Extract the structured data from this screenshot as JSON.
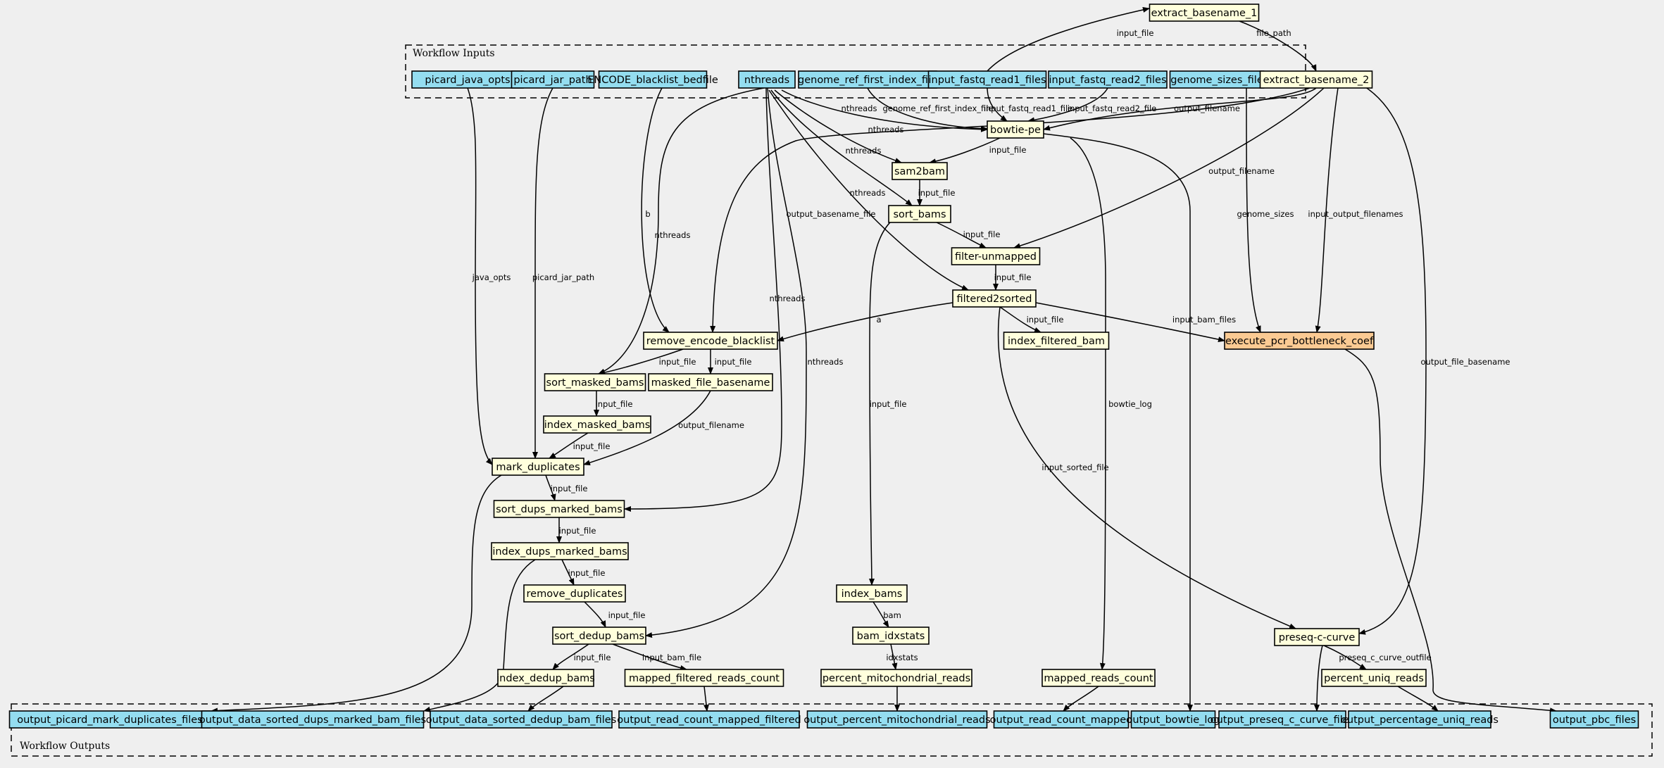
{
  "colors": {
    "background": "#efefef",
    "io_fill": "#94ddf0",
    "step_fill": "#ffffdc",
    "highlight_fill": "#fbca93",
    "stroke": "#000000"
  },
  "clusters": [
    {
      "id": "inputs",
      "label": "Workflow Inputs"
    },
    {
      "id": "outputs",
      "label": "Workflow Outputs"
    }
  ],
  "nodes": [
    {
      "id": "picard_java_opts",
      "label": "picard_java_opts",
      "kind": "input"
    },
    {
      "id": "picard_jar_path",
      "label": "picard_jar_path",
      "kind": "input"
    },
    {
      "id": "encode_blacklist",
      "label": "ENCODE_blacklist_bedfile",
      "kind": "input"
    },
    {
      "id": "nthreads",
      "label": "nthreads",
      "kind": "input"
    },
    {
      "id": "genome_ref",
      "label": "genome_ref_first_index_file",
      "kind": "input"
    },
    {
      "id": "fastq1",
      "label": "input_fastq_read1_files",
      "kind": "input"
    },
    {
      "id": "fastq2",
      "label": "input_fastq_read2_files",
      "kind": "input"
    },
    {
      "id": "genome_sizes",
      "label": "genome_sizes_file",
      "kind": "input"
    },
    {
      "id": "extract1",
      "label": "extract_basename_1",
      "kind": "step"
    },
    {
      "id": "extract2",
      "label": "extract_basename_2",
      "kind": "step"
    },
    {
      "id": "bowtie",
      "label": "bowtie-pe",
      "kind": "step"
    },
    {
      "id": "sam2bam",
      "label": "sam2bam",
      "kind": "step"
    },
    {
      "id": "sort_bams",
      "label": "sort_bams",
      "kind": "step"
    },
    {
      "id": "filter_unmapped",
      "label": "filter-unmapped",
      "kind": "step"
    },
    {
      "id": "filtered2sorted",
      "label": "filtered2sorted",
      "kind": "step"
    },
    {
      "id": "index_filtered_bam",
      "label": "index_filtered_bam",
      "kind": "step"
    },
    {
      "id": "execute_pcr",
      "label": "execute_pcr_bottleneck_coef",
      "kind": "highlight"
    },
    {
      "id": "remove_encode",
      "label": "remove_encode_blacklist",
      "kind": "step"
    },
    {
      "id": "sort_masked",
      "label": "sort_masked_bams",
      "kind": "step"
    },
    {
      "id": "masked_file_basename",
      "label": "masked_file_basename",
      "kind": "step"
    },
    {
      "id": "index_masked",
      "label": "index_masked_bams",
      "kind": "step"
    },
    {
      "id": "mark_dups",
      "label": "mark_duplicates",
      "kind": "step"
    },
    {
      "id": "sort_dups",
      "label": "sort_dups_marked_bams",
      "kind": "step"
    },
    {
      "id": "index_dups",
      "label": "index_dups_marked_bams",
      "kind": "step"
    },
    {
      "id": "remove_dups",
      "label": "remove_duplicates",
      "kind": "step"
    },
    {
      "id": "sort_dedup",
      "label": "sort_dedup_bams",
      "kind": "step"
    },
    {
      "id": "index_dedup",
      "label": "index_dedup_bams",
      "kind": "step"
    },
    {
      "id": "mapped_filtered_count",
      "label": "mapped_filtered_reads_count",
      "kind": "step"
    },
    {
      "id": "index_bams",
      "label": "index_bams",
      "kind": "step"
    },
    {
      "id": "bam_idxstats",
      "label": "bam_idxstats",
      "kind": "step"
    },
    {
      "id": "percent_mito",
      "label": "percent_mitochondrial_reads",
      "kind": "step"
    },
    {
      "id": "mapped_reads_count",
      "label": "mapped_reads_count",
      "kind": "step"
    },
    {
      "id": "preseq",
      "label": "preseq-c-curve",
      "kind": "step"
    },
    {
      "id": "percent_uniq",
      "label": "percent_uniq_reads",
      "kind": "step"
    },
    {
      "id": "out_picard",
      "label": "output_picard_mark_duplicates_files",
      "kind": "output"
    },
    {
      "id": "out_sorted_dups",
      "label": "output_data_sorted_dups_marked_bam_files",
      "kind": "output"
    },
    {
      "id": "out_sorted_dedup",
      "label": "output_data_sorted_dedup_bam_files",
      "kind": "output"
    },
    {
      "id": "out_read_count_filtered",
      "label": "output_read_count_mapped_filtered",
      "kind": "output"
    },
    {
      "id": "out_percent_mito",
      "label": "output_percent_mitochondrial_reads",
      "kind": "output"
    },
    {
      "id": "out_read_count_mapped",
      "label": "output_read_count_mapped",
      "kind": "output"
    },
    {
      "id": "out_bowtie_log",
      "label": "output_bowtie_log",
      "kind": "output"
    },
    {
      "id": "out_preseq",
      "label": "output_preseq_c_curve_files",
      "kind": "output"
    },
    {
      "id": "out_percentage_uniq",
      "label": "output_percentage_uniq_reads",
      "kind": "output"
    },
    {
      "id": "out_pbc",
      "label": "output_pbc_files",
      "kind": "output"
    }
  ],
  "edges": [
    {
      "from": "fastq1",
      "to": "extract1",
      "label": "input_file"
    },
    {
      "from": "extract1",
      "to": "extract2",
      "label": "file_path"
    },
    {
      "from": "nthreads",
      "to": "bowtie",
      "label": "nthreads"
    },
    {
      "from": "genome_ref",
      "to": "bowtie",
      "label": "genome_ref_first_index_file"
    },
    {
      "from": "fastq1",
      "to": "bowtie",
      "label": "input_fastq_read1_file"
    },
    {
      "from": "fastq2",
      "to": "bowtie",
      "label": "input_fastq_read2_file"
    },
    {
      "from": "extract2",
      "to": "bowtie",
      "label": "output_filename"
    },
    {
      "from": "nthreads",
      "to": "sam2bam",
      "label": "nthreads"
    },
    {
      "from": "bowtie",
      "to": "sam2bam",
      "label": "input_file"
    },
    {
      "from": "nthreads",
      "to": "sort_bams",
      "label": "nthreads"
    },
    {
      "from": "sam2bam",
      "to": "sort_bams",
      "label": "input_file"
    },
    {
      "from": "sort_bams",
      "to": "filter_unmapped",
      "label": "input_file"
    },
    {
      "from": "extract2",
      "to": "filter_unmapped",
      "label": "output_filename"
    },
    {
      "from": "nthreads",
      "to": "filtered2sorted",
      "label": "nthreads"
    },
    {
      "from": "filter_unmapped",
      "to": "filtered2sorted",
      "label": "input_file"
    },
    {
      "from": "filtered2sorted",
      "to": "index_filtered_bam",
      "label": "input_file"
    },
    {
      "from": "filtered2sorted",
      "to": "execute_pcr",
      "label": "input_bam_files"
    },
    {
      "from": "genome_sizes",
      "to": "execute_pcr",
      "label": "genome_sizes"
    },
    {
      "from": "extract2",
      "to": "execute_pcr",
      "label": "input_output_filenames"
    },
    {
      "from": "filtered2sorted",
      "to": "remove_encode",
      "label": "a"
    },
    {
      "from": "encode_blacklist",
      "to": "remove_encode",
      "label": "b"
    },
    {
      "from": "extract2",
      "to": "remove_encode",
      "label": "output_basename_file"
    },
    {
      "from": "remove_encode",
      "to": "sort_masked",
      "label": "input_file"
    },
    {
      "from": "nthreads",
      "to": "sort_masked",
      "label": "nthreads"
    },
    {
      "from": "remove_encode",
      "to": "masked_file_basename",
      "label": "input_file"
    },
    {
      "from": "sort_masked",
      "to": "index_masked",
      "label": "input_file"
    },
    {
      "from": "index_masked",
      "to": "mark_dups",
      "label": "input_file"
    },
    {
      "from": "picard_java_opts",
      "to": "mark_dups",
      "label": "java_opts"
    },
    {
      "from": "picard_jar_path",
      "to": "mark_dups",
      "label": "picard_jar_path"
    },
    {
      "from": "masked_file_basename",
      "to": "mark_dups",
      "label": "output_filename"
    },
    {
      "from": "mark_dups",
      "to": "sort_dups",
      "label": "input_file"
    },
    {
      "from": "nthreads",
      "to": "sort_dups",
      "label": "nthreads"
    },
    {
      "from": "sort_dups",
      "to": "index_dups",
      "label": "input_file"
    },
    {
      "from": "index_dups",
      "to": "remove_dups",
      "label": "input_file"
    },
    {
      "from": "remove_dups",
      "to": "sort_dedup",
      "label": "input_file"
    },
    {
      "from": "nthreads",
      "to": "sort_dedup",
      "label": "nthreads"
    },
    {
      "from": "sort_dedup",
      "to": "index_dedup",
      "label": "input_file"
    },
    {
      "from": "sort_dedup",
      "to": "mapped_filtered_count",
      "label": "input_bam_file"
    },
    {
      "from": "sort_bams",
      "to": "index_bams",
      "label": "input_file"
    },
    {
      "from": "index_bams",
      "to": "bam_idxstats",
      "label": "bam"
    },
    {
      "from": "bam_idxstats",
      "to": "percent_mito",
      "label": "idxstats"
    },
    {
      "from": "bowtie",
      "to": "mapped_reads_count",
      "label": "bowtie_log"
    },
    {
      "from": "filtered2sorted",
      "to": "preseq",
      "label": "input_sorted_file"
    },
    {
      "from": "extract2",
      "to": "preseq",
      "label": "output_file_basename"
    },
    {
      "from": "preseq",
      "to": "percent_uniq",
      "label": "preseq_c_curve_outfile"
    },
    {
      "from": "mark_dups",
      "to": "out_picard",
      "label": ""
    },
    {
      "from": "index_dups",
      "to": "out_sorted_dups",
      "label": ""
    },
    {
      "from": "index_dedup",
      "to": "out_sorted_dedup",
      "label": ""
    },
    {
      "from": "mapped_filtered_count",
      "to": "out_read_count_filtered",
      "label": ""
    },
    {
      "from": "percent_mito",
      "to": "out_percent_mito",
      "label": ""
    },
    {
      "from": "mapped_reads_count",
      "to": "out_read_count_mapped",
      "label": ""
    },
    {
      "from": "bowtie",
      "to": "out_bowtie_log",
      "label": ""
    },
    {
      "from": "preseq",
      "to": "out_preseq",
      "label": ""
    },
    {
      "from": "percent_uniq",
      "to": "out_percentage_uniq",
      "label": ""
    },
    {
      "from": "execute_pcr",
      "to": "out_pbc",
      "label": ""
    }
  ]
}
